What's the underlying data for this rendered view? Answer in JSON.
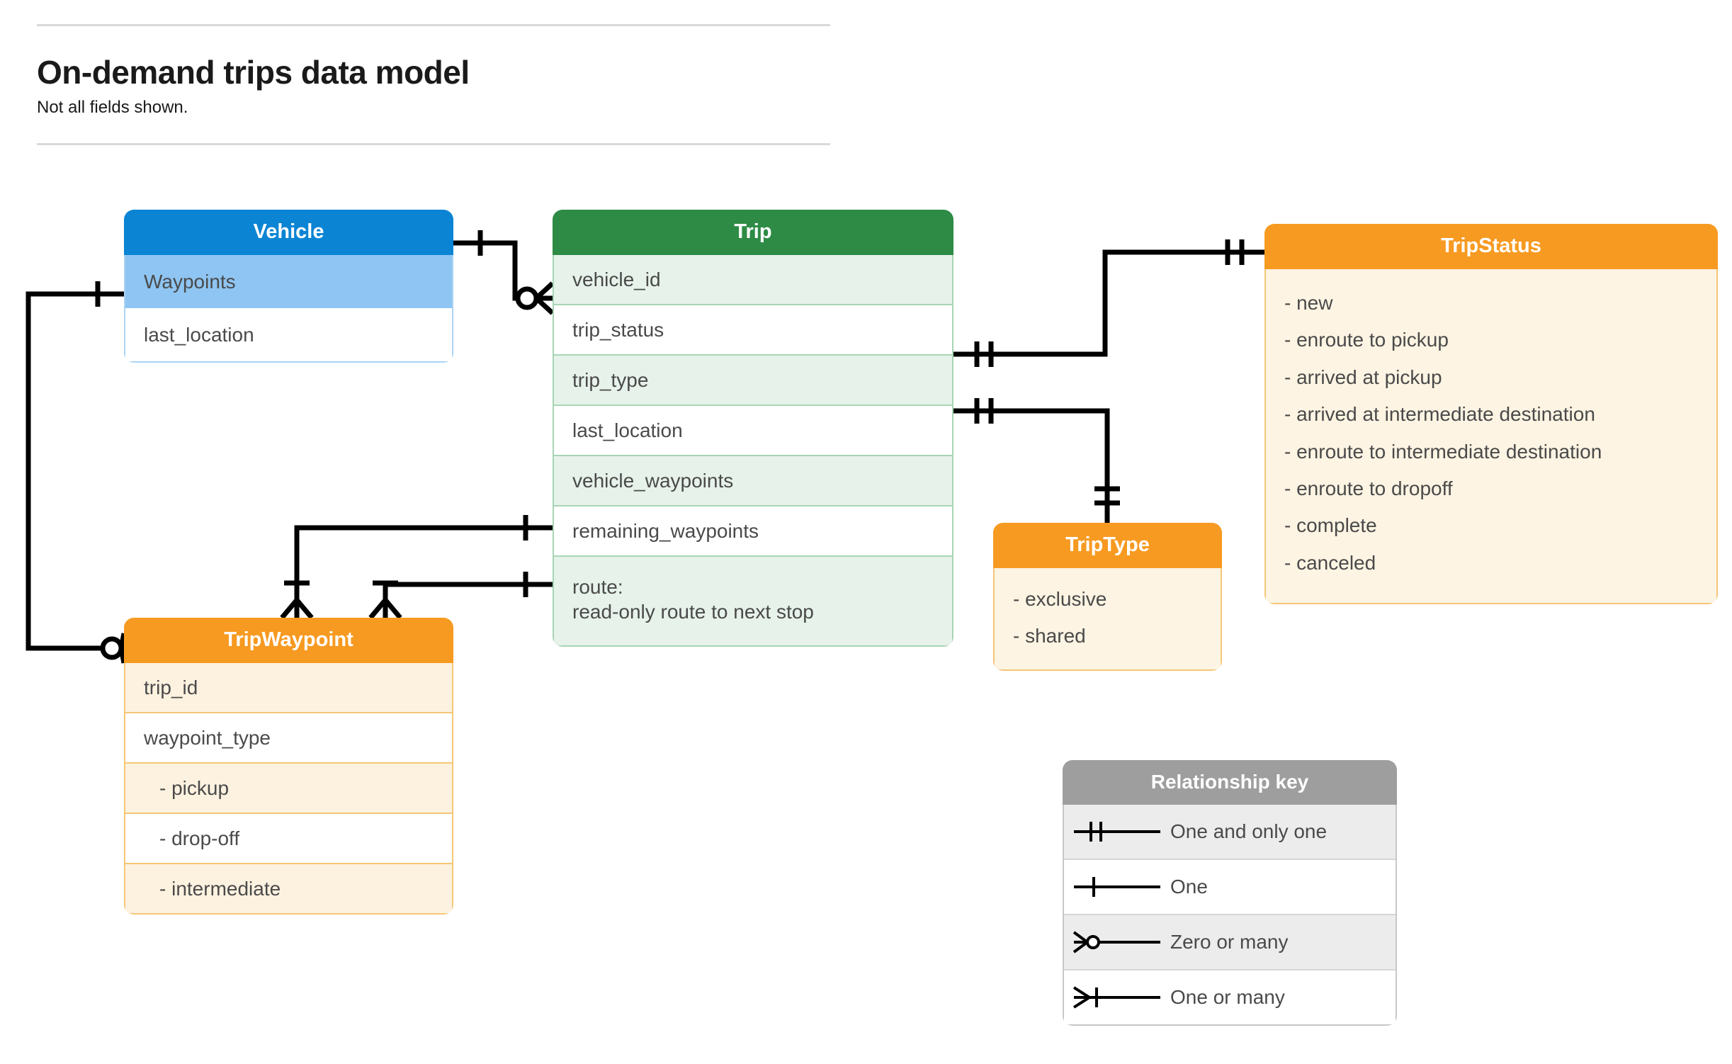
{
  "header": {
    "title": "On-demand trips data model",
    "subtitle": "Not all fields shown."
  },
  "colors": {
    "vehicle_header": "#0b84d4",
    "vehicle_row_alt": "#8ec5f2",
    "vehicle_border": "#aad4f5",
    "trip_header": "#2e8b46",
    "trip_row_alt": "#e6f2ea",
    "trip_border": "#a8d5b5",
    "orange_header": "#f79a21",
    "orange_body": "#fdf4e3",
    "orange_border": "#f5c675",
    "key_header": "#9e9e9e",
    "connector": "#000000",
    "text": "#4a4a4a"
  },
  "entities": {
    "vehicle": {
      "title": "Vehicle",
      "fields": [
        "Waypoints",
        "last_location"
      ]
    },
    "trip": {
      "title": "Trip",
      "fields": [
        "vehicle_id",
        "trip_status",
        "trip_type",
        "last_location",
        "vehicle_waypoints",
        "remaining_waypoints"
      ],
      "route_label": "route:",
      "route_desc": "read-only route to next stop"
    },
    "trip_status": {
      "title": "TripStatus",
      "values": [
        "- new",
        "- enroute to pickup",
        "- arrived at pickup",
        "- arrived at intermediate destination",
        "- enroute to intermediate destination",
        "- enroute to dropoff",
        "- complete",
        "- canceled"
      ]
    },
    "trip_type": {
      "title": "TripType",
      "values": [
        "- exclusive",
        "- shared"
      ]
    },
    "trip_waypoint": {
      "title": "TripWaypoint",
      "fields": [
        "trip_id",
        "waypoint_type"
      ],
      "waypoint_types": [
        "-  pickup",
        "-  drop-off",
        "-  intermediate"
      ]
    }
  },
  "relationship_key": {
    "title": "Relationship key",
    "rows": [
      {
        "symbol": "one-and-only-one",
        "label": "One and only one"
      },
      {
        "symbol": "one",
        "label": "One"
      },
      {
        "symbol": "zero-or-many",
        "label": "Zero or many"
      },
      {
        "symbol": "one-or-many",
        "label": "One or many"
      }
    ]
  }
}
